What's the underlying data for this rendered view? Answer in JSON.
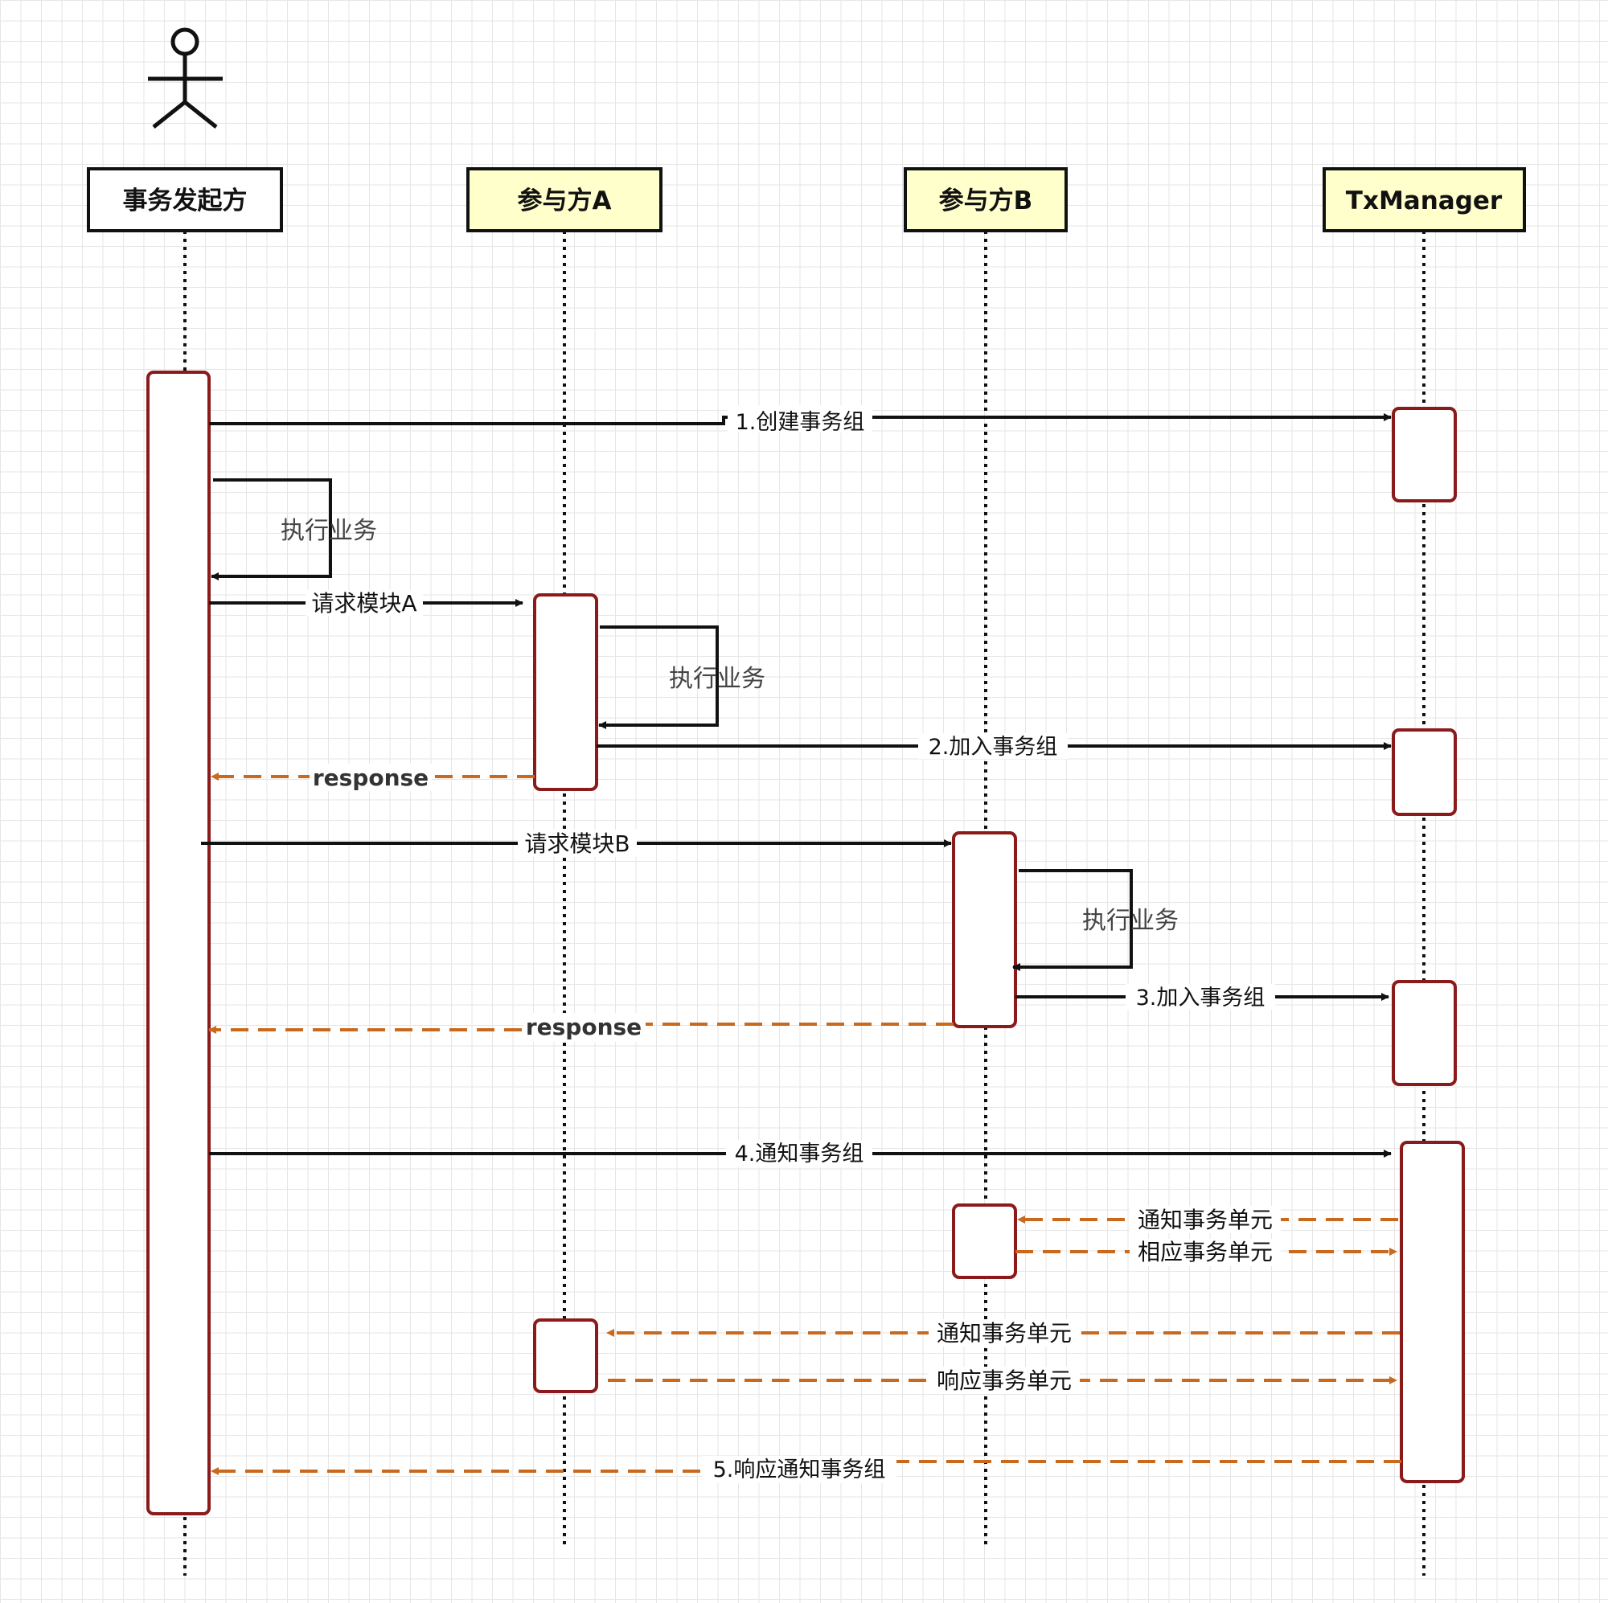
{
  "participants": [
    {
      "id": "initiator",
      "label": "事务发起方",
      "fill": "#ffffff"
    },
    {
      "id": "partA",
      "label": "参与方A",
      "fill": "#ffffcc"
    },
    {
      "id": "partB",
      "label": "参与方B",
      "fill": "#ffffcc"
    },
    {
      "id": "txm",
      "label": "TxManager",
      "fill": "#ffffcc"
    }
  ],
  "messages": {
    "create_group": "1.创建事务组",
    "exec_self_initiator": "执行业务",
    "request_a": "请求模块A",
    "exec_self_a": "执行业务",
    "join_group_a": "2.加入事务组",
    "response_a": "response",
    "request_b": "请求模块B",
    "exec_self_b": "执行业务",
    "join_group_b": "3.加入事务组",
    "response_b": "response",
    "notify_group": "4.通知事务组",
    "notify_unit_b": "通知事务单元",
    "reply_unit_b": "相应事务单元",
    "notify_unit_a": "通知事务单元",
    "reply_unit_a": "响应事务单元",
    "reply_notify_group": "5.响应通知事务组"
  },
  "colors": {
    "line": "#111111",
    "activation_border": "#8b1a1a",
    "return_arrow": "#c8691e",
    "header_fill": "#ffffcc"
  }
}
